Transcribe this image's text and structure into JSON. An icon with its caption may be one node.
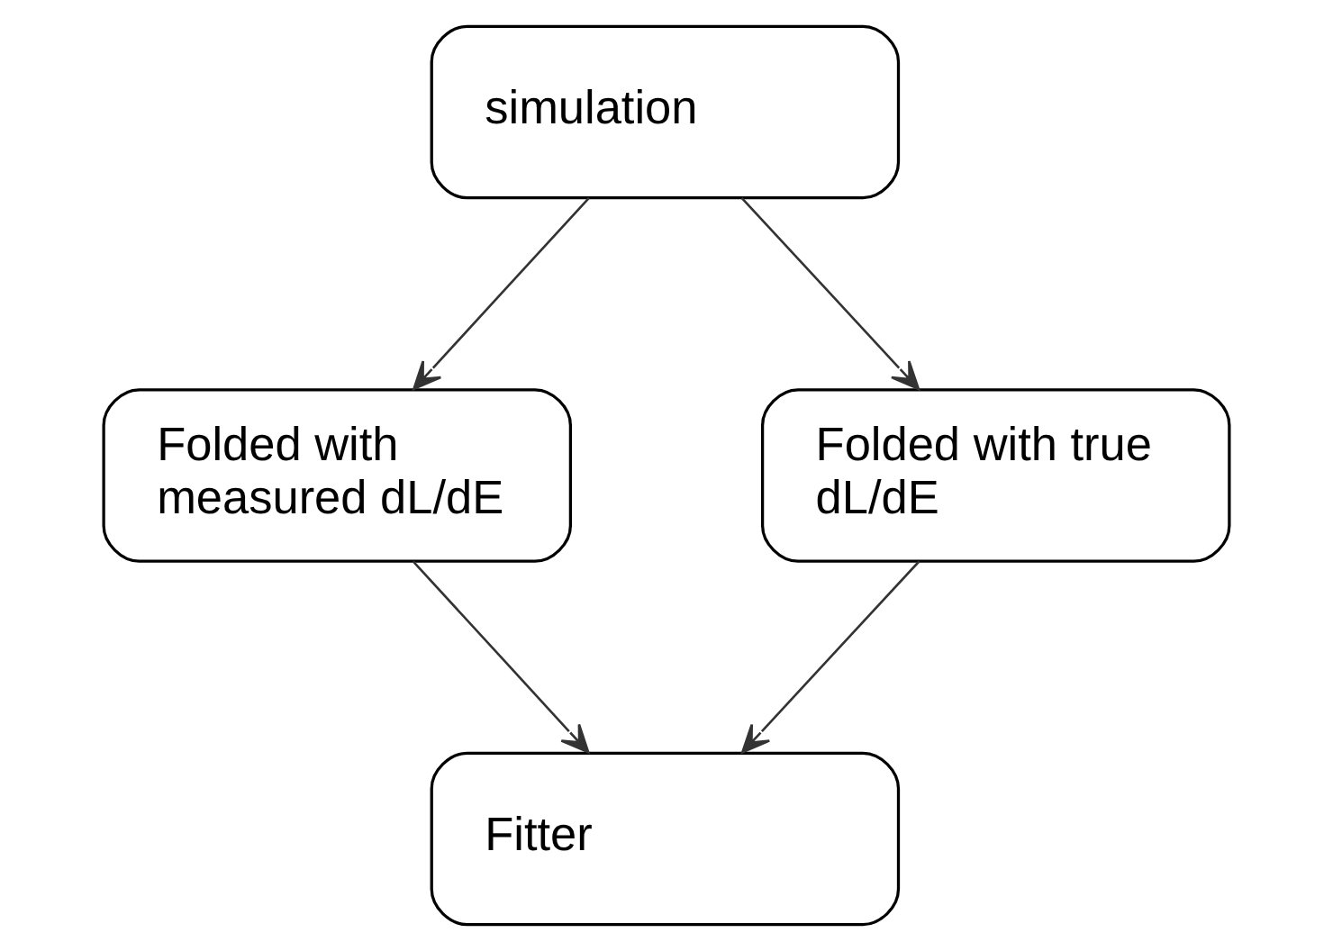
{
  "diagram": {
    "nodes": [
      {
        "text": [
          "simulation"
        ]
      },
      {
        "text": [
          "Folded with measured dL/dE"
        ]
      },
      {
        "text": [
          "Folded with true dL/dE"
        ]
      },
      {
        "text": [
          "Fitter"
        ]
      }
    ],
    "edges": [
      {
        "from": 0,
        "to": 1,
        "arrow": "to"
      },
      {
        "from": 0,
        "to": 2,
        "arrow": "to"
      },
      {
        "from": 1,
        "to": 3,
        "arrow": "to"
      },
      {
        "from": 2,
        "to": 3,
        "arrow": "to"
      }
    ]
  }
}
